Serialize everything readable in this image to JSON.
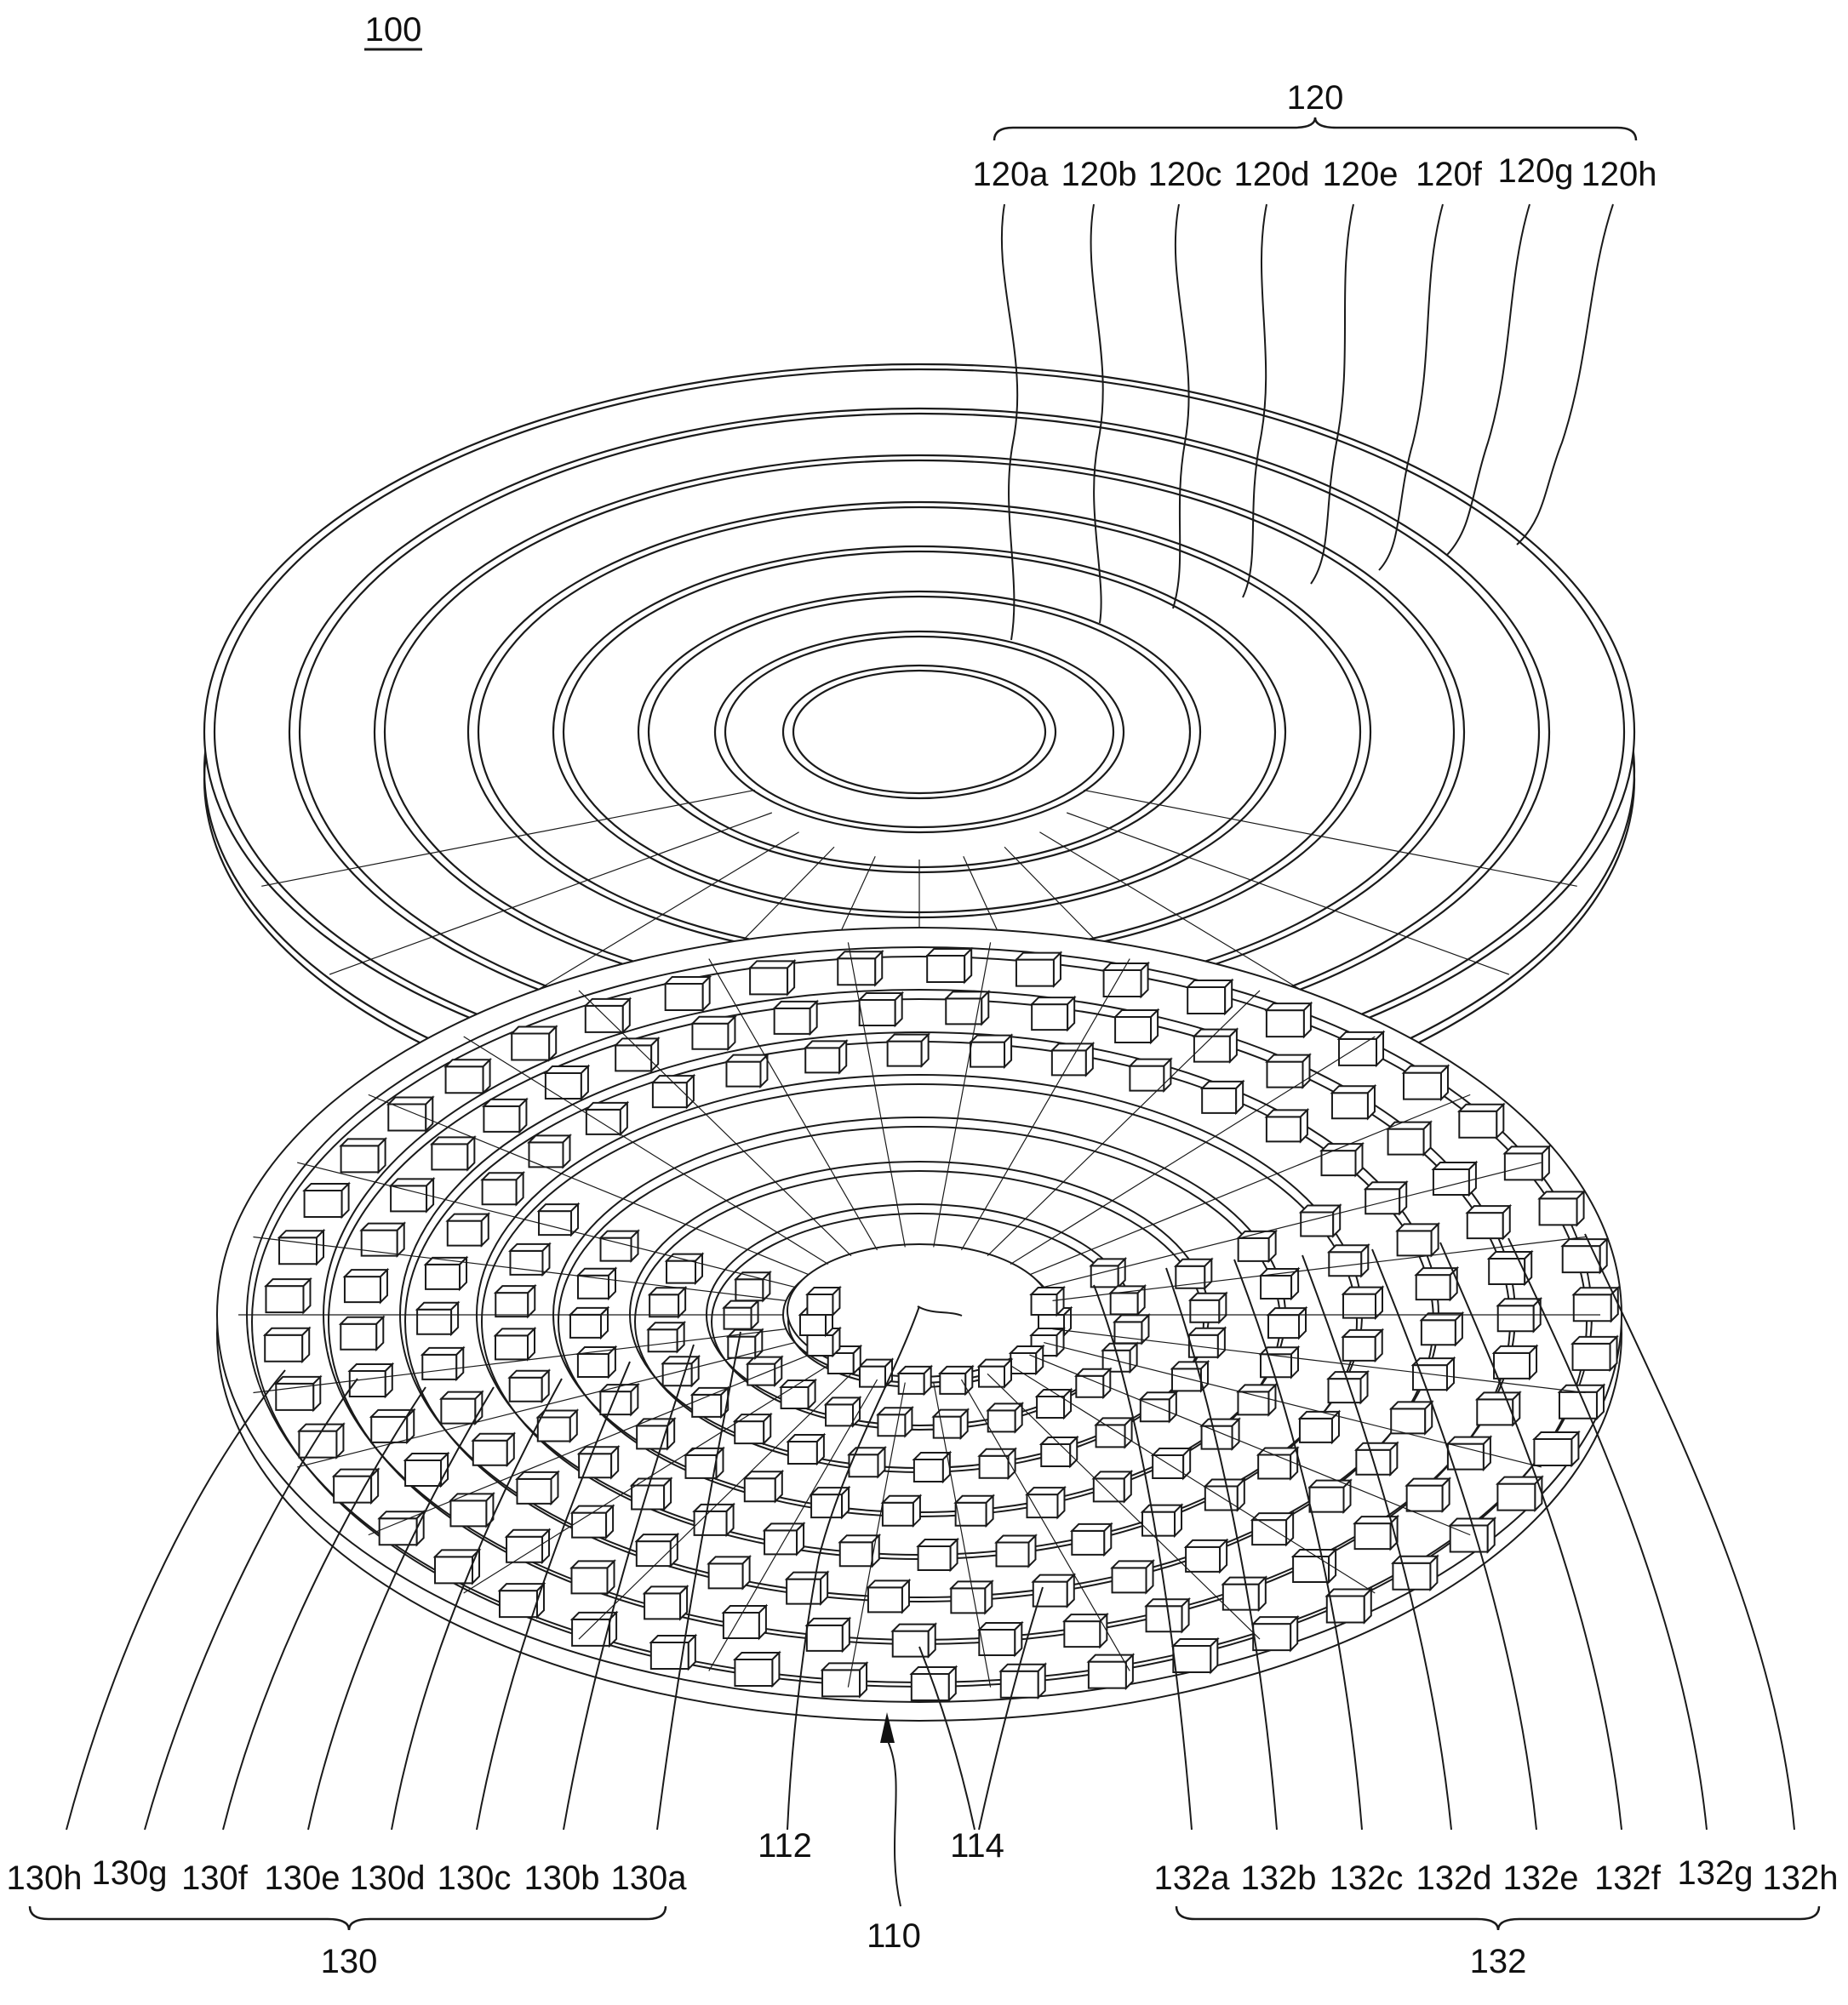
{
  "figure": {
    "ref": "100",
    "upper_assembly": {
      "group_label": "120",
      "ring_labels": [
        "120a",
        "120b",
        "120c",
        "120d",
        "120e",
        "120f",
        "120g",
        "120h"
      ]
    },
    "lower_plate": {
      "label": "110",
      "center_label": "112",
      "channel_label": "114"
    },
    "left_group": {
      "group_label": "130",
      "labels": [
        "130h",
        "130g",
        "130f",
        "130e",
        "130d",
        "130c",
        "130b",
        "130a"
      ]
    },
    "right_group": {
      "group_label": "132",
      "labels": [
        "132a",
        "132b",
        "132c",
        "132d",
        "132e",
        "132f",
        "132g",
        "132h"
      ]
    },
    "colors": {
      "line": "#1a1a1a",
      "background": "#ffffff"
    }
  }
}
